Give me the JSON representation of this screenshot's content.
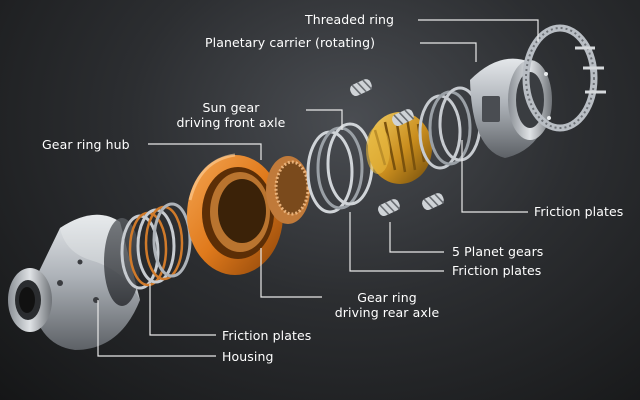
{
  "diagram": {
    "labels": {
      "threaded_ring": "Threaded ring",
      "planetary_carrier": "Planetary carrier (rotating)",
      "sun_gear_line1": "Sun gear",
      "sun_gear_line2": "driving front axle",
      "gear_ring_hub": "Gear ring hub",
      "friction_plates_right": "Friction plates",
      "planet_gears": "5 Planet gears",
      "friction_plates_middle": "Friction plates",
      "gear_ring_line1": "Gear ring",
      "gear_ring_line2": "driving rear axle",
      "friction_plates_left": "Friction plates",
      "housing": "Housing"
    },
    "colors": {
      "label_text": "#ffffff",
      "leader_line": "#e8e8e8",
      "orange_part": "#e8872a",
      "gold_part": "#d9a22c",
      "steel": "#b9bec4"
    }
  }
}
